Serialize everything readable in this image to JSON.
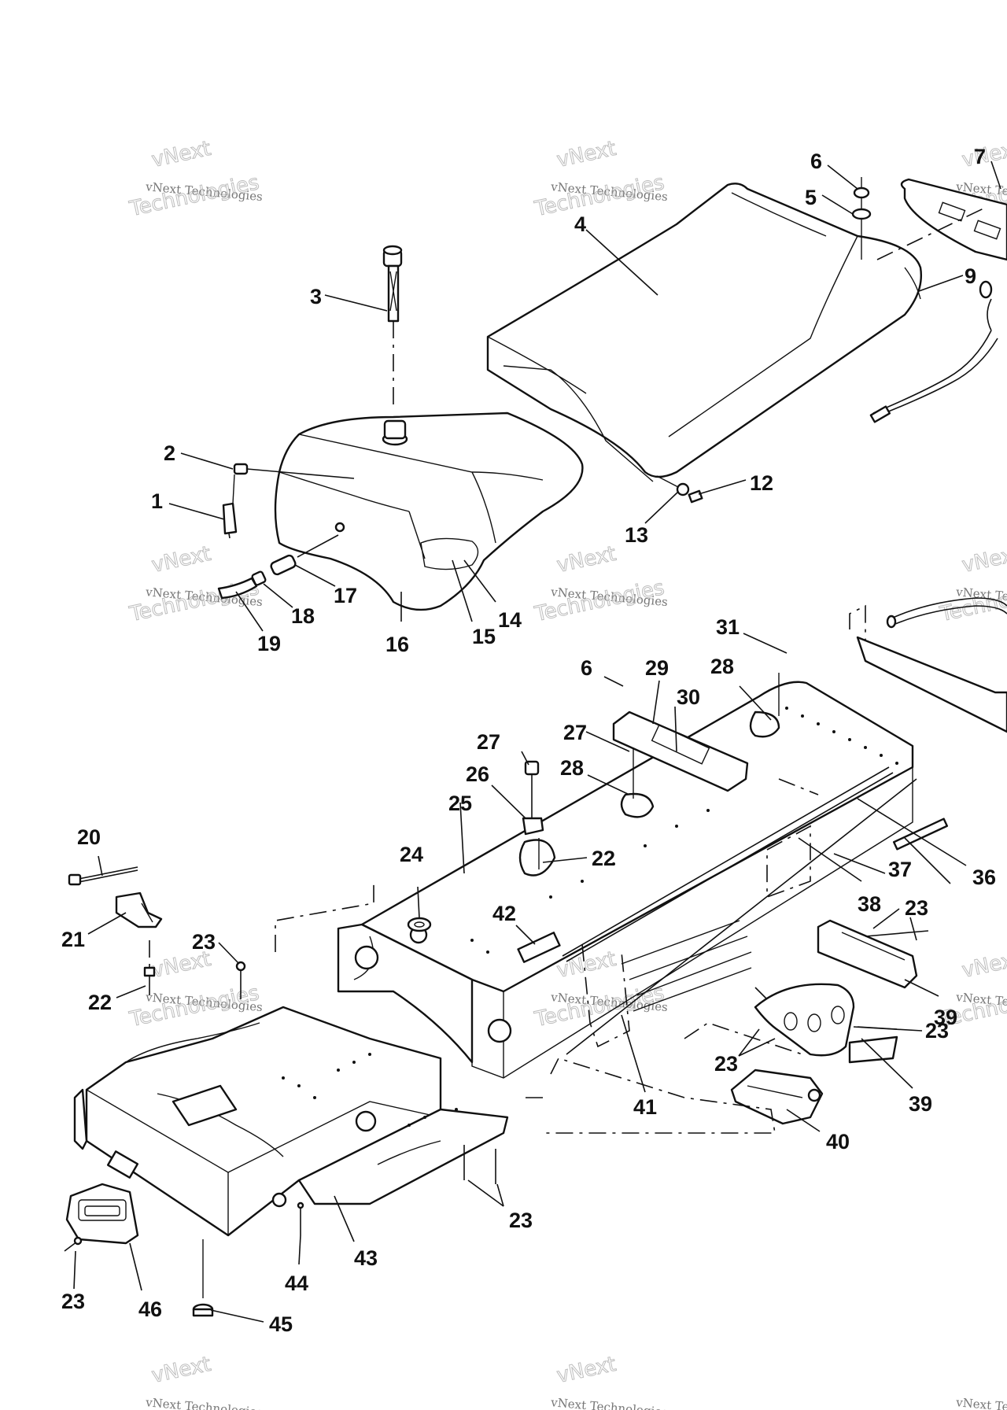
{
  "watermark": {
    "line1": "vNext",
    "line2": "vNext Technologies",
    "line3": "Technologies"
  },
  "labels": [
    "6",
    "7",
    "5",
    "4",
    "3",
    "9",
    "2",
    "1",
    "12",
    "13",
    "17",
    "18",
    "14",
    "19",
    "16",
    "15",
    "31",
    "6",
    "29",
    "28",
    "30",
    "27",
    "27",
    "28",
    "26",
    "25",
    "22",
    "20",
    "24",
    "21",
    "42",
    "23",
    "22",
    "37",
    "36",
    "38",
    "23",
    "39",
    "23",
    "23",
    "39",
    "41",
    "40",
    "23",
    "43",
    "44",
    "23",
    "46",
    "45"
  ],
  "colors": {
    "ink": "#111111",
    "paper": "#ffffff",
    "watermark": "#777777"
  }
}
